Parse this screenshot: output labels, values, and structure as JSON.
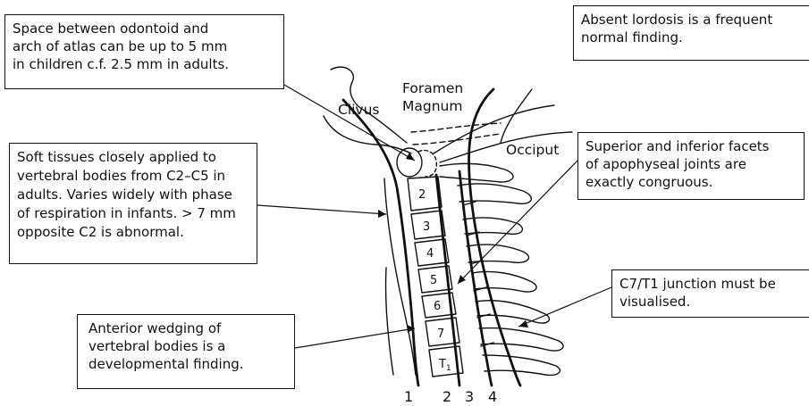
{
  "annotations": {
    "odontoid_space": "Space between odontoid and\narch of atlas can be up to 5 mm\nin children c.f. 2.5 mm in adults.",
    "absent_lordosis": "Absent lordosis is a frequent\nnormal finding.",
    "soft_tissues": "Soft tissues closely applied to\nvertebral bodies from C2–C5 in\nadults. Varies widely with phase\nof respiration in infants. > 7 mm\nopposite C2 is abnormal.",
    "facets": "Superior and inferior facets\nof apophyseal joints are\nexactly congruous.",
    "c7_t1": "C7/T1 junction must be\nvisualised.",
    "anterior_wedging": "Anterior wedging of\nvertebral bodies is a\ndevelopmental finding."
  },
  "anatomy_labels": {
    "clivus": "Clivus",
    "foramen": "Foramen",
    "magnum": "Magnum",
    "occiput": "Occiput"
  },
  "vertebra_labels": [
    "2",
    "3",
    "4",
    "5",
    "6",
    "7",
    "T"
  ],
  "t1_subscript": "1",
  "line_numbers": [
    "1",
    "2",
    "3",
    "4"
  ]
}
